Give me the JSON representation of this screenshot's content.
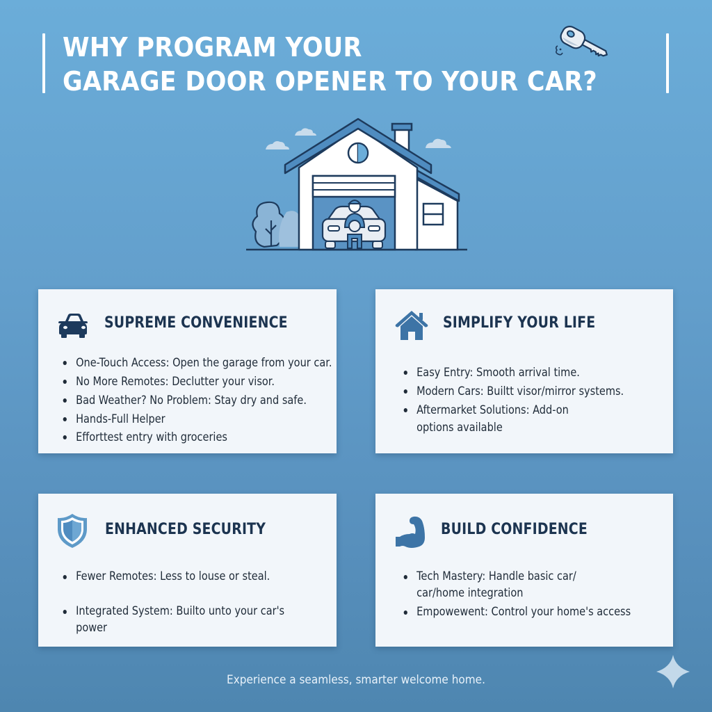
{
  "header": {
    "title_line_1": "WHY PROGRAM YOUR",
    "title_line_2": "GARAGE DOOR OPENER TO YOUR CAR?",
    "icon": "car-key-icon"
  },
  "hero": {
    "icon": "house-garage-car-illustration"
  },
  "colors": {
    "background_top": "#6badd9",
    "background_bottom": "#4e86b0",
    "card_bg": "#f2f6fa",
    "heading_text": "#1c3450",
    "body_text": "#1f2b38",
    "icon_dark": "#1d3a5c",
    "icon_mid": "#3b72a3",
    "title_text": "#ffffff"
  },
  "cards": [
    {
      "icon": "car-icon",
      "title": "SUPREME CONVENIENCE",
      "items": [
        "One-Touch Access: Open the garage from your car.",
        "No More Remotes: Declutter your visor.",
        "Bad Weather? No Problem: Stay dry and safe.",
        "Hands-Full Helper",
        "Efforttest entry with groceries"
      ]
    },
    {
      "icon": "home-icon",
      "title": "SIMPLIFY YOUR LIFE",
      "items": [
        "Easy Entry: Smooth arrival time.",
        "Modern Cars: Builtt visor/mirror systems.",
        "Aftermarket Solutions: Add-on",
        "options available"
      ]
    },
    {
      "icon": "shield-icon",
      "title": "ENHANCED SECURITY",
      "items": [
        "Fewer Remotes: Less to louse or steal.",
        "Integrated System: Builto unto your car's",
        "power"
      ]
    },
    {
      "icon": "flexed-bicep-icon",
      "title": "BUILD CONFIDENCE",
      "items": [
        "Tech Mastery: Handle basic car/",
        "car/home integration",
        "Empowewent: Control your home's access"
      ]
    }
  ],
  "footer": {
    "tagline": "Experience a seamless, smarter welcome home.",
    "icon": "sparkle-icon"
  }
}
